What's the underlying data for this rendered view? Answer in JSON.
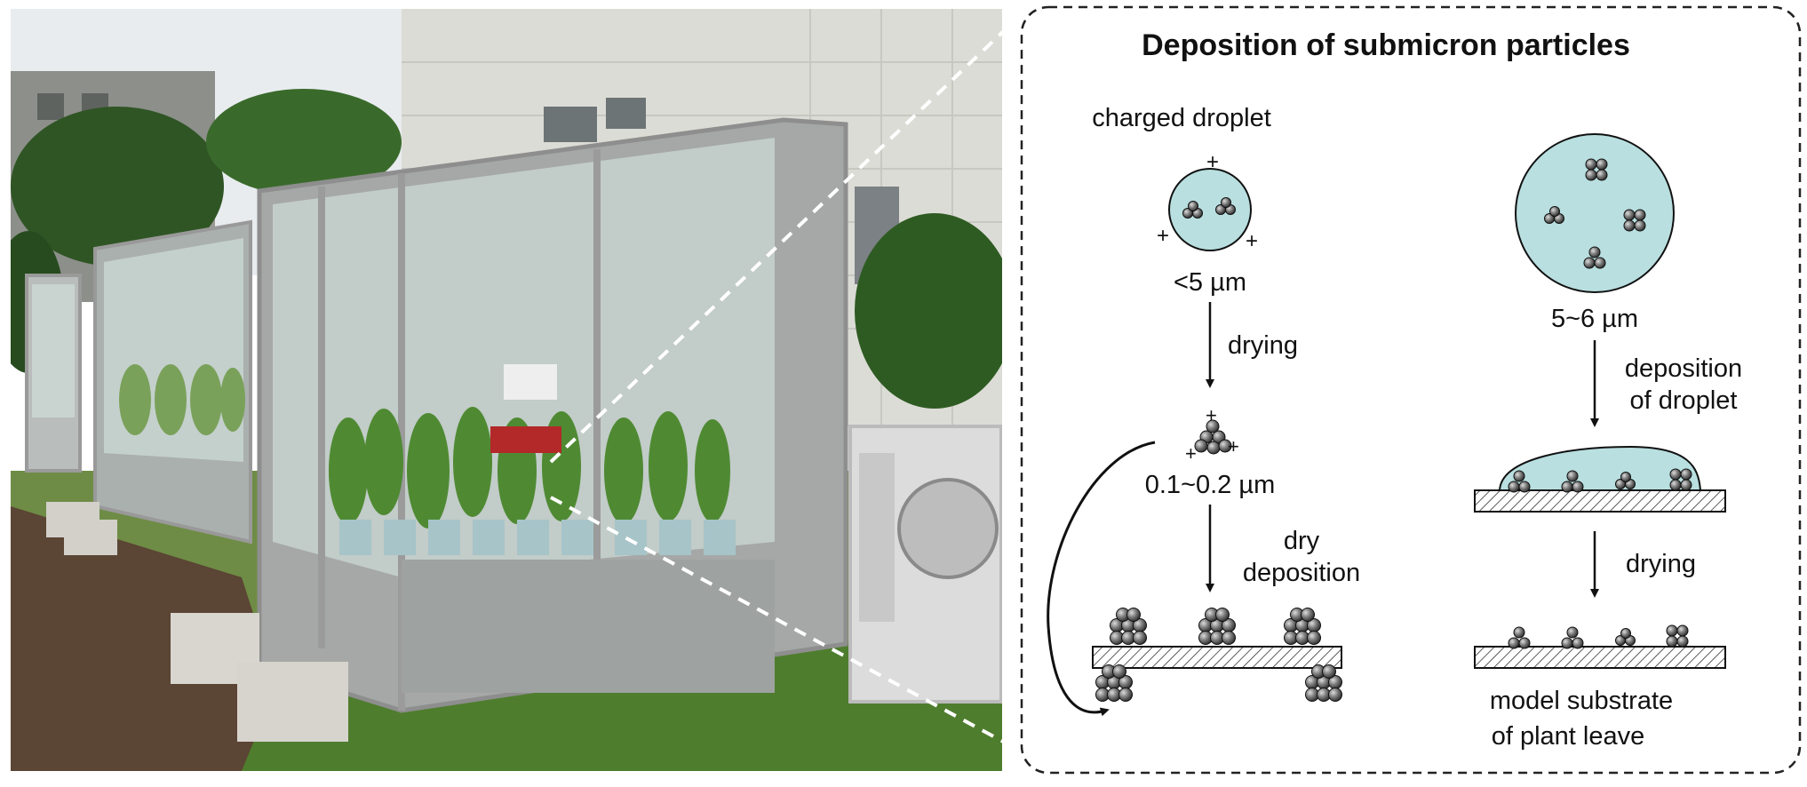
{
  "diagram": {
    "title": "Deposition of submicron particles",
    "left_column": {
      "droplet_label": "charged droplet",
      "droplet_size": "<5 µm",
      "step1": "drying",
      "particle_size": "0.1~0.2 µm",
      "step2_line1": "dry",
      "step2_line2": "deposition",
      "charge_symbol": "+"
    },
    "right_column": {
      "droplet_size": "5~6 µm",
      "step1_line1": "deposition",
      "step1_line2": "of droplet",
      "step2": "drying",
      "substrate_line1": "model substrate",
      "substrate_line2": "of plant leave"
    }
  },
  "colors": {
    "droplet_fill": "#b9dfe0",
    "particle_fill": "#6b6b6b",
    "border": "#222222",
    "sky": "#e9edf1",
    "foliage": "#2f5e24",
    "grass": "#5d8a3a",
    "soil": "#5a4634",
    "building": "#d9d9d4",
    "frame": "#a4a4a4"
  }
}
